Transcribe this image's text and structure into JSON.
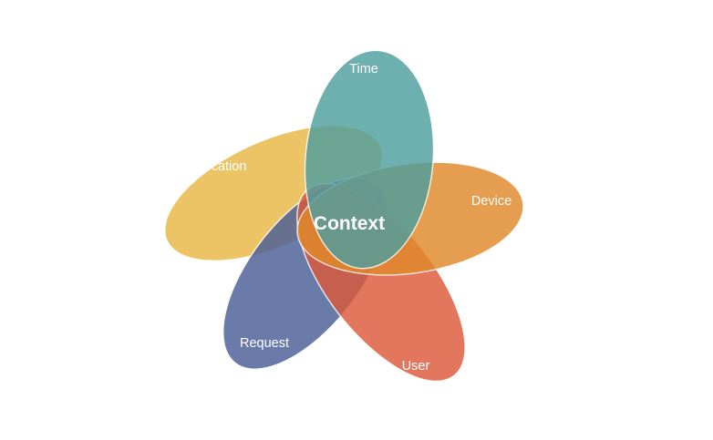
{
  "diagram": {
    "center_label": "Context",
    "petals": [
      {
        "label": "Time",
        "color": "#4f9e9e"
      },
      {
        "label": "Device",
        "color": "#e0892a"
      },
      {
        "label": "User",
        "color": "#dc5a3a"
      },
      {
        "label": "Request",
        "color": "#4a5f98"
      },
      {
        "label": "Location",
        "color": "#e8b744"
      }
    ]
  }
}
